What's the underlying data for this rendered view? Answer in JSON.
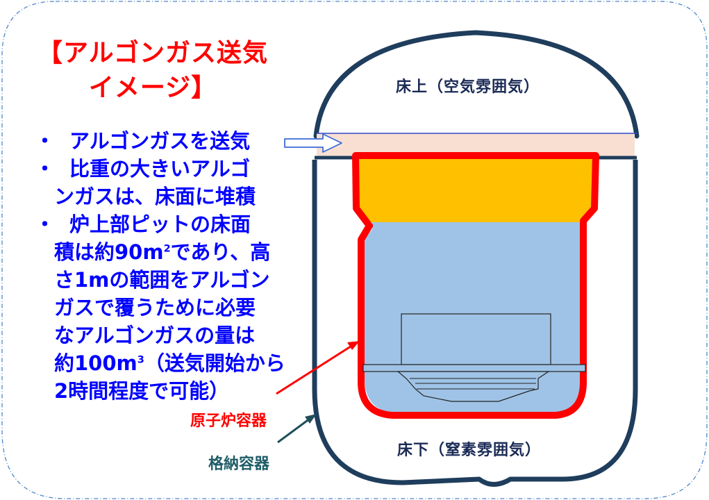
{
  "title_lines": [
    "【アルゴンガス送気",
    "イメージ】"
  ],
  "bullets": [
    {
      "marker": "・",
      "lines": [
        "アルゴンガスを送気"
      ]
    },
    {
      "marker": "・",
      "lines": [
        "比重の大きいアルゴ",
        "ンガスは、床面に堆積"
      ]
    },
    {
      "marker": "・",
      "lines": [
        "炉上部ピットの床面",
        "積は約90m",
        "2",
        "であり、高",
        "さ1mの範囲をアルゴン",
        "ガスで覆うために必要",
        "なアルゴンガスの量は",
        "約100m",
        "3",
        "（送気開始から",
        "2時間程度で可能）"
      ]
    }
  ],
  "labels": {
    "upper_floor": "床上（空気雰囲気）",
    "lower_floor": "床下（窒素雰囲気）",
    "reactor_vessel": "原子炉容器",
    "containment_vessel": "格納容器"
  },
  "colors": {
    "title": "#ff0000",
    "bullet_text": "#0000ff",
    "containment_outline": "#1f3d5c",
    "reactor_vessel_outline": "#ff0000",
    "reactor_upper_fill": "#ffc000",
    "reactor_lower_fill": "#9fc3e6",
    "argon_layer": "#f8dfd2",
    "argon_arrow": "#3b6bd6"
  }
}
